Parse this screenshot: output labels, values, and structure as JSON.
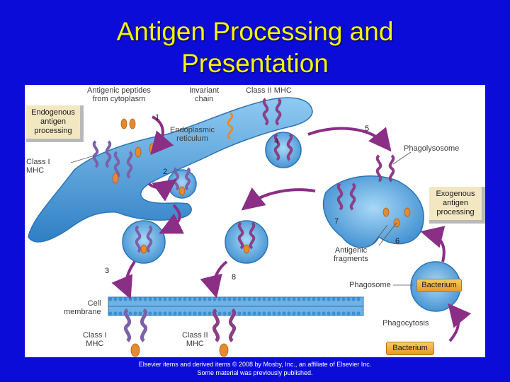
{
  "title": {
    "line1": "Antigen Processing and",
    "line2": "Presentation"
  },
  "labels": {
    "antigenic_peptides": "Antigenic peptides",
    "from_cytoplasm": "from cytoplasm",
    "invariant": "Invariant",
    "chain": "chain",
    "class_ii_mhc_top": "Class II MHC",
    "endoplasmic": "Endoplasmic",
    "reticulum": "reticulum",
    "class_i": "Class I",
    "mhc": "MHC",
    "phagolysosome": "Phagolysosome",
    "antigenic": "Antigenic",
    "fragments": "fragments",
    "phagosome": "Phagosome",
    "phagocytosis": "Phagocytosis",
    "cell": "Cell",
    "membrane": "membrane",
    "class_i_bottom": "Class I",
    "mhc_bottom_left": "MHC",
    "class_ii_bottom": "Class II",
    "mhc_bottom_right": "MHC"
  },
  "boxes": {
    "endogenous": [
      "Endogenous",
      "antigen",
      "processing"
    ],
    "exogenous": [
      "Exogenous",
      "antigen",
      "processing"
    ]
  },
  "bacterium": {
    "top": "Bacterium",
    "bottom": "Bacterium"
  },
  "steps": [
    "1",
    "2",
    "3",
    "4",
    "5",
    "6",
    "7",
    "8"
  ],
  "footer": {
    "line1": "Elsevier items and derived items © 2008 by Mosby, Inc., an affiliate of Elsevier Inc.",
    "line2": "Some material was previously published."
  },
  "colors": {
    "background": "#0c0cd8",
    "title": "#f6f600",
    "arrow": "#8b2e86",
    "vesicle": "#5aa7e0",
    "membrane": "#2f7fc4",
    "mhc_class_i": "#7b61a8",
    "mhc_class_ii": "#8a3f86",
    "peptide": "#e58a2e"
  }
}
